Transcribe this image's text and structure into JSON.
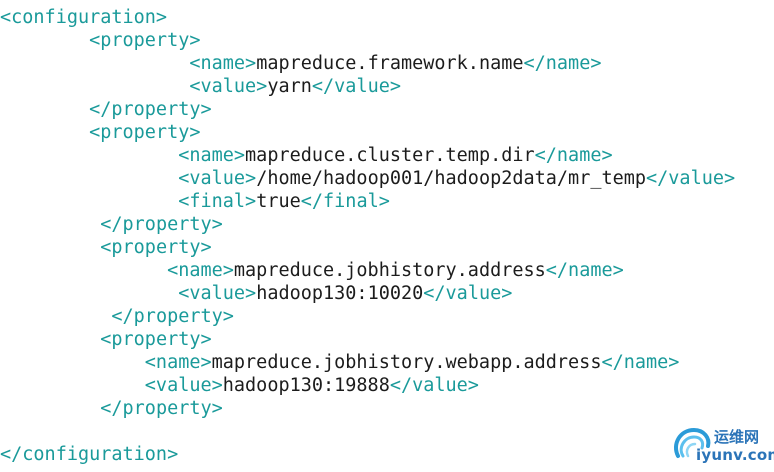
{
  "code": {
    "lines": [
      {
        "indent": "",
        "parts": [
          {
            "t": "tag",
            "v": "<configuration>"
          }
        ]
      },
      {
        "indent": "        ",
        "parts": [
          {
            "t": "tag",
            "v": "<property>"
          }
        ]
      },
      {
        "indent": "                 ",
        "parts": [
          {
            "t": "tag",
            "v": "<name>"
          },
          {
            "t": "txt",
            "v": "mapreduce.framework.name"
          },
          {
            "t": "tag",
            "v": "</name>"
          }
        ]
      },
      {
        "indent": "                 ",
        "parts": [
          {
            "t": "tag",
            "v": "<value>"
          },
          {
            "t": "txt",
            "v": "yarn"
          },
          {
            "t": "tag",
            "v": "</value>"
          }
        ]
      },
      {
        "indent": "        ",
        "parts": [
          {
            "t": "tag",
            "v": "</property>"
          }
        ]
      },
      {
        "indent": "        ",
        "parts": [
          {
            "t": "tag",
            "v": "<property>"
          }
        ]
      },
      {
        "indent": "                ",
        "parts": [
          {
            "t": "tag",
            "v": "<name>"
          },
          {
            "t": "txt",
            "v": "mapreduce.cluster.temp.dir"
          },
          {
            "t": "tag",
            "v": "</name>"
          }
        ]
      },
      {
        "indent": "                ",
        "parts": [
          {
            "t": "tag",
            "v": "<value>"
          },
          {
            "t": "txt",
            "v": "/home/hadoop001/hadoop2data/mr_temp"
          },
          {
            "t": "tag",
            "v": "</value>"
          }
        ]
      },
      {
        "indent": "                ",
        "parts": [
          {
            "t": "tag",
            "v": "<final>"
          },
          {
            "t": "txt",
            "v": "true"
          },
          {
            "t": "tag",
            "v": "</final>"
          }
        ]
      },
      {
        "indent": "         ",
        "parts": [
          {
            "t": "tag",
            "v": "</property>"
          }
        ]
      },
      {
        "indent": "         ",
        "parts": [
          {
            "t": "tag",
            "v": "<property>"
          }
        ]
      },
      {
        "indent": "               ",
        "parts": [
          {
            "t": "tag",
            "v": "<name>"
          },
          {
            "t": "txt",
            "v": "mapreduce.jobhistory.address"
          },
          {
            "t": "tag",
            "v": "</name>"
          }
        ]
      },
      {
        "indent": "                ",
        "parts": [
          {
            "t": "tag",
            "v": "<value>"
          },
          {
            "t": "txt",
            "v": "hadoop130:10020"
          },
          {
            "t": "tag",
            "v": "</value>"
          }
        ]
      },
      {
        "indent": "          ",
        "parts": [
          {
            "t": "tag",
            "v": "</property>"
          }
        ]
      },
      {
        "indent": "         ",
        "parts": [
          {
            "t": "tag",
            "v": "<property>"
          }
        ]
      },
      {
        "indent": "             ",
        "parts": [
          {
            "t": "tag",
            "v": "<name>"
          },
          {
            "t": "txt",
            "v": "mapreduce.jobhistory.webapp.address"
          },
          {
            "t": "tag",
            "v": "</name>"
          }
        ]
      },
      {
        "indent": "             ",
        "parts": [
          {
            "t": "tag",
            "v": "<value>"
          },
          {
            "t": "txt",
            "v": "hadoop130:19888"
          },
          {
            "t": "tag",
            "v": "</value>"
          }
        ]
      },
      {
        "indent": "         ",
        "parts": [
          {
            "t": "tag",
            "v": "</property>"
          }
        ]
      },
      {
        "indent": "",
        "parts": []
      },
      {
        "indent": "",
        "parts": [
          {
            "t": "tag",
            "v": "</configuration>"
          }
        ]
      }
    ]
  },
  "watermark": {
    "title": "运维网",
    "domain": "iyunv.com",
    "icon": "swirl-logo-icon"
  },
  "colors": {
    "tag": "#1a9a9a",
    "text": "#1c1c1c",
    "watermark": "#2b74b8"
  }
}
